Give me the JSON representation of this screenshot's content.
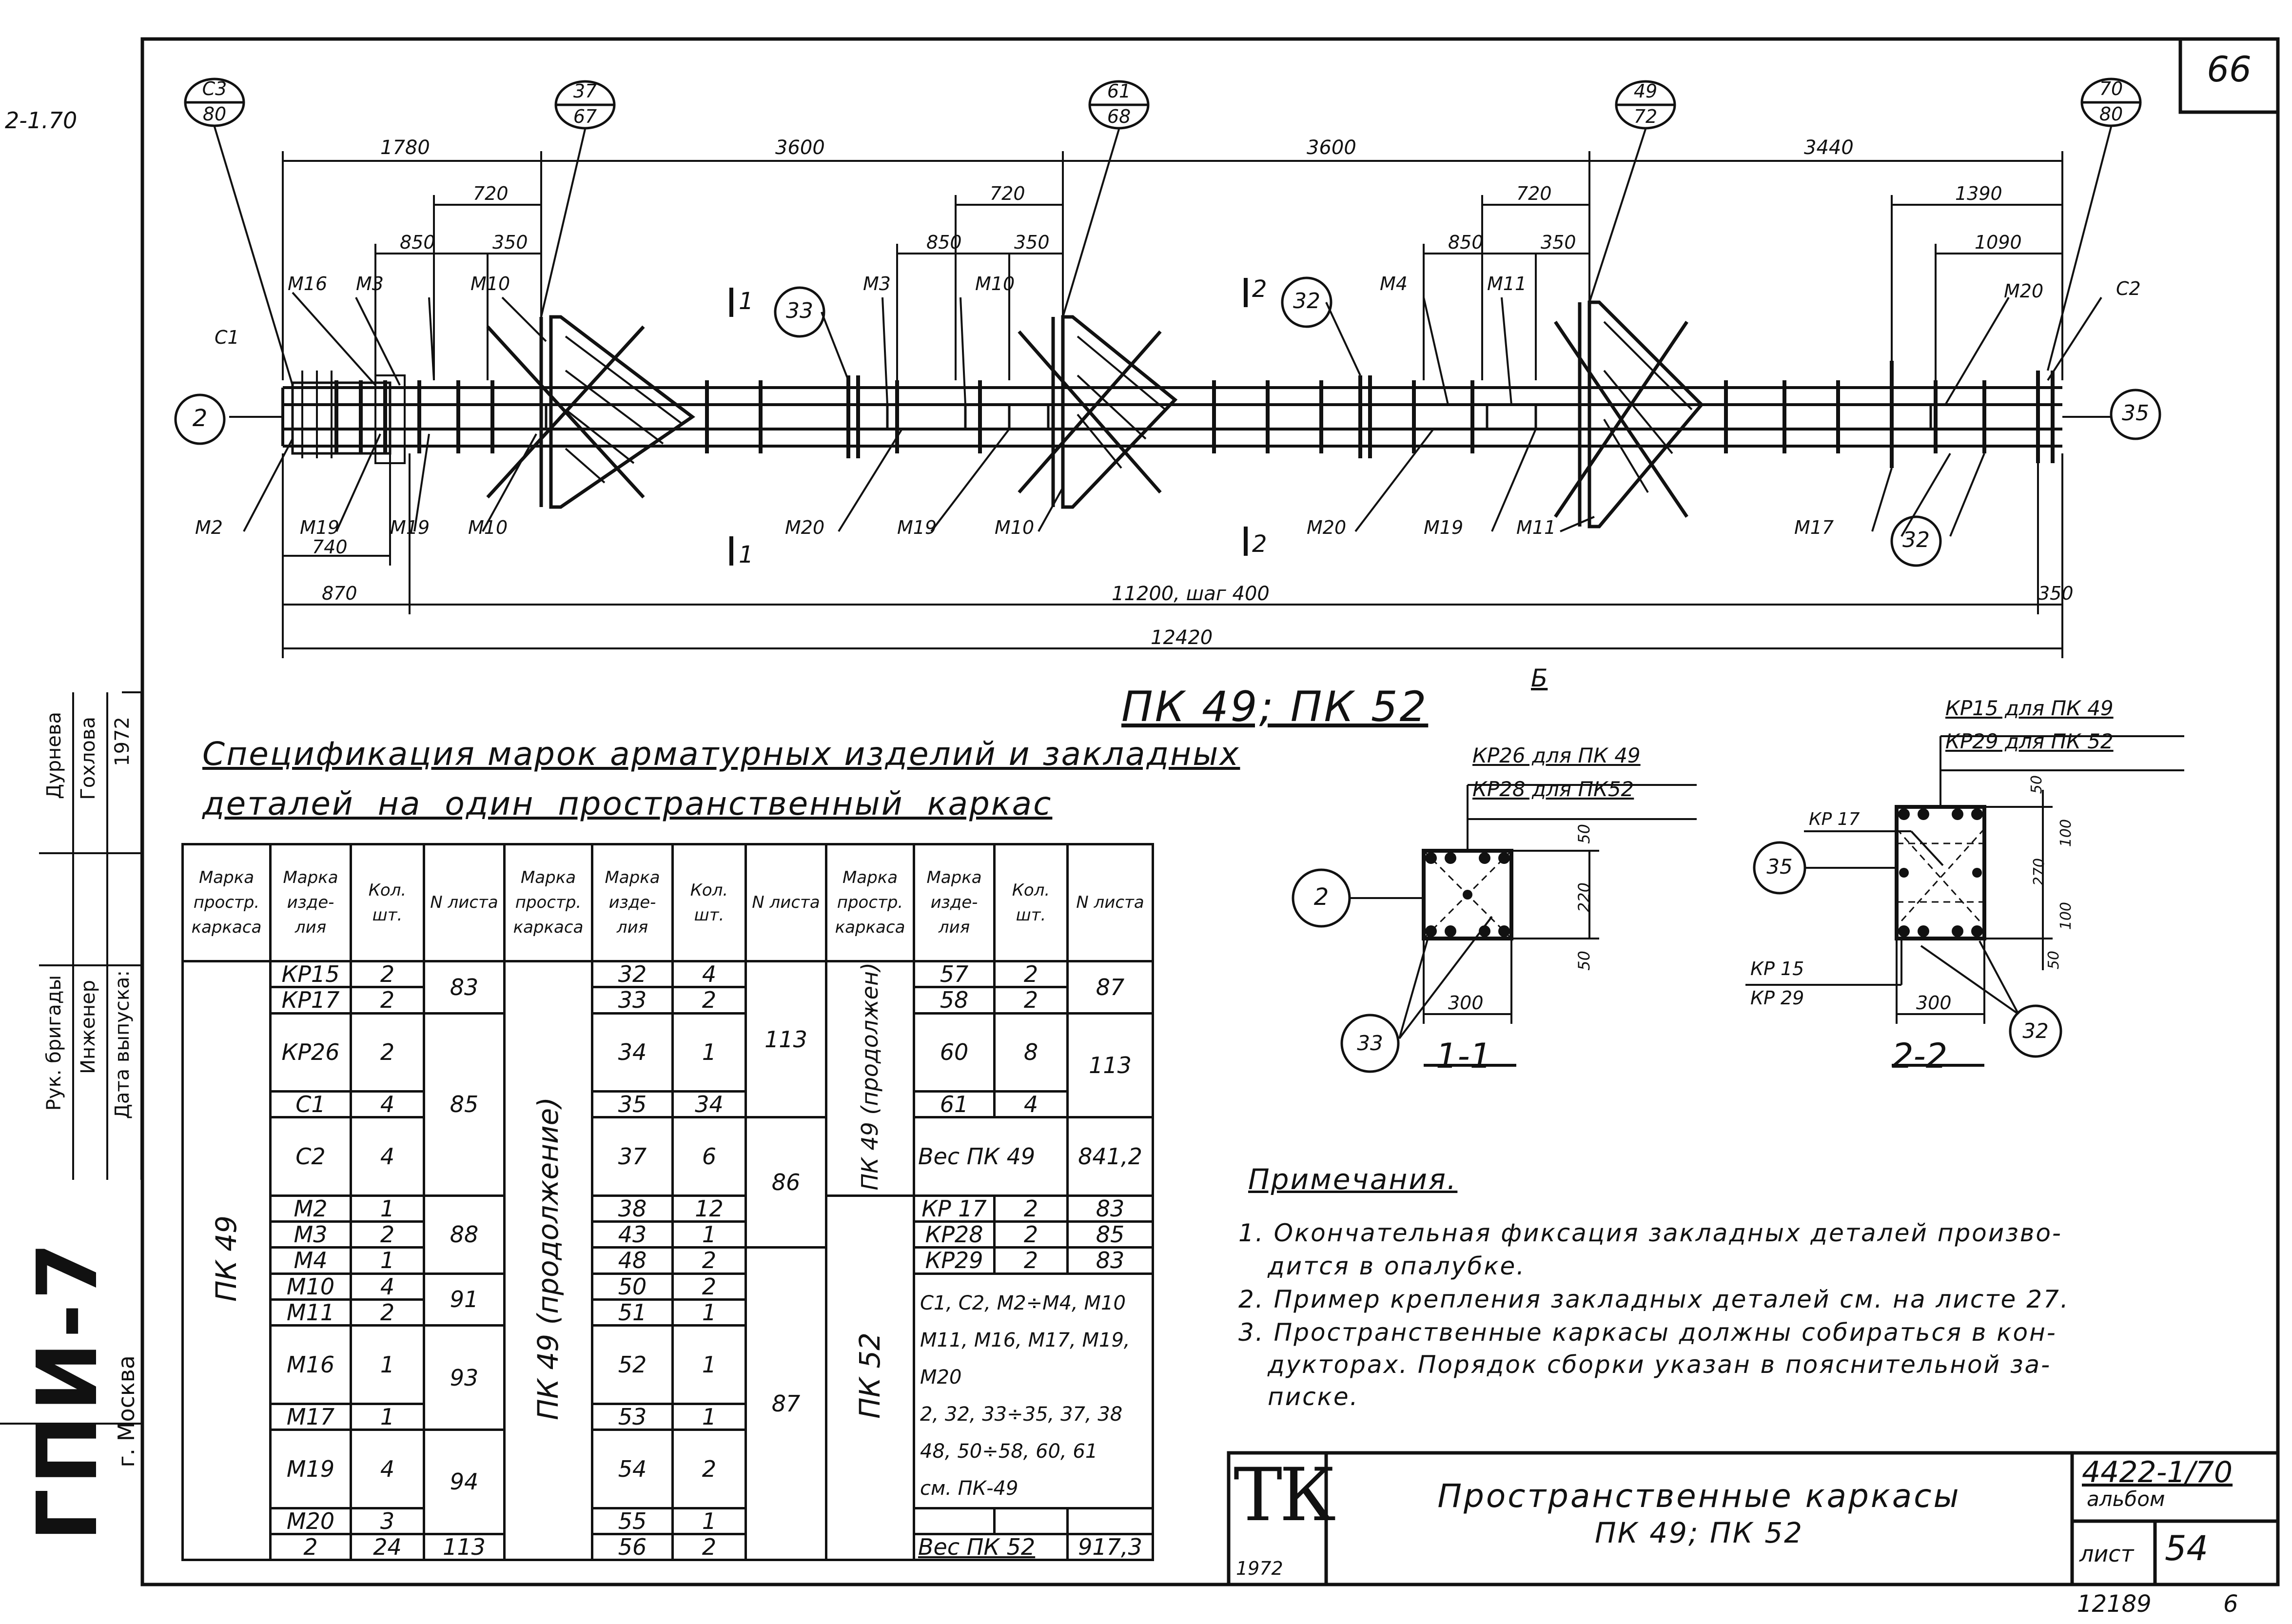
{
  "sheet": {
    "corner_top": "66",
    "corner_left_top": "2-1.70",
    "main_title": "ПК 49; ПК 52",
    "view_mark": "Б",
    "org_vertical": "ГПИ-7",
    "city_vertical": "г. Москва",
    "signatures": [
      {
        "role": "Рук. бригады",
        "name": "Дурнева"
      },
      {
        "role": "Инженер",
        "name": "Гохлова"
      },
      {
        "role": "Дата выпуска:",
        "name": "1972"
      }
    ]
  },
  "plan": {
    "callouts_top": [
      {
        "n": "С3",
        "d": "80"
      },
      {
        "n": "37",
        "d": "67"
      },
      {
        "n": "61",
        "d": "68"
      },
      {
        "n": "49",
        "d": "72"
      },
      {
        "n": "70",
        "d": "80"
      }
    ],
    "callouts_side": [
      "2",
      "35",
      "33",
      "32",
      "32"
    ],
    "dims_top": [
      "1780",
      "3600",
      "3600",
      "3440"
    ],
    "dims_sub": [
      "720",
      "850",
      "350",
      "720",
      "850",
      "350",
      "720",
      "850",
      "350",
      "1390",
      "1090"
    ],
    "dims_bottom": [
      "740",
      "870",
      "11200, шаг 400",
      "350",
      "12420"
    ],
    "marks_top": [
      "М16",
      "М3",
      "М10",
      "С1",
      "М3",
      "М10",
      "М4",
      "М11",
      "М20",
      "С2"
    ],
    "marks_bottom": [
      "М2",
      "М19",
      "М19",
      "М10",
      "М20",
      "М19",
      "М10",
      "М20",
      "М19",
      "М11",
      "М17"
    ],
    "section_marks": [
      "1",
      "1",
      "2",
      "2"
    ]
  },
  "section_1": {
    "label": "1-1",
    "note1": "КР26 для ПК 49",
    "note2": "КР28 для ПК52",
    "dims": [
      "50",
      "220",
      "50",
      "300"
    ],
    "callouts": [
      "2",
      "33"
    ]
  },
  "section_2": {
    "label": "2-2",
    "note1": "КР15 для ПК 49",
    "note2": "КР29 для ПК 52",
    "kp17": "КР 17",
    "kp15": "КР 15",
    "kp29": "КР 29",
    "dims": [
      "50",
      "100",
      "270",
      "100",
      "50",
      "300"
    ],
    "callouts": [
      "35",
      "32"
    ]
  },
  "spec": {
    "title_line1": "Спецификация марок арматурных изделий и закладных",
    "title_line2": "деталей на один пространственный каркас",
    "headers": [
      "Марка простр. каркаса",
      "Марка изде- лия",
      "Кол. шт.",
      "N листа"
    ],
    "col1_label": "ПК 49",
    "col1_rows": [
      [
        "КР15",
        "2"
      ],
      [
        "КР17",
        "2"
      ],
      [
        "КР26",
        "2"
      ],
      [
        "С1",
        "4"
      ],
      [
        "С2",
        "4"
      ],
      [
        "М2",
        "1"
      ],
      [
        "М3",
        "2"
      ],
      [
        "М4",
        "1"
      ],
      [
        "М10",
        "4"
      ],
      [
        "М11",
        "2"
      ],
      [
        "М16",
        "1"
      ],
      [
        "М17",
        "1"
      ],
      [
        "М19",
        "4"
      ],
      [
        "М20",
        "3"
      ],
      [
        "2",
        "24"
      ]
    ],
    "col1_sheets": [
      "83",
      "85",
      "88",
      "91",
      "93",
      "94",
      "113"
    ],
    "col2_label": "ПК 49 (продолжение)",
    "col2_rows": [
      [
        "32",
        "4"
      ],
      [
        "33",
        "2"
      ],
      [
        "34",
        "1"
      ],
      [
        "35",
        "34"
      ],
      [
        "37",
        "6"
      ],
      [
        "38",
        "12"
      ],
      [
        "43",
        "1"
      ],
      [
        "48",
        "2"
      ],
      [
        "50",
        "2"
      ],
      [
        "51",
        "1"
      ],
      [
        "52",
        "1"
      ],
      [
        "53",
        "1"
      ],
      [
        "54",
        "2"
      ],
      [
        "55",
        "1"
      ],
      [
        "56",
        "2"
      ]
    ],
    "col2_sheets": [
      "113",
      "86",
      "87"
    ],
    "col3_label_a": "ПК 49 (продолжен)",
    "col3_rows_a": [
      [
        "57",
        "2"
      ],
      [
        "58",
        "2"
      ],
      [
        "60",
        "8"
      ],
      [
        "61",
        "4"
      ]
    ],
    "col3_sheets_a": [
      "87",
      "113"
    ],
    "weight_a": "Вес ПК 49",
    "weight_a_val": "841,2",
    "col3_label_b": "ПК 52",
    "col3_rows_b": [
      [
        "КР 17",
        "2",
        "83"
      ],
      [
        "КР28",
        "2",
        "85"
      ],
      [
        "КР29",
        "2",
        "83"
      ]
    ],
    "col3_text": [
      "С1, С2, М2÷М4, М10",
      "М11, М16, М17, М19, М20",
      "2, 32, 33÷35, 37, 38",
      "48, 50÷58, 60, 61",
      "см. ПК-49"
    ],
    "weight_b": "Вес ПК 52",
    "weight_b_val": "917,3"
  },
  "notes": {
    "title": "Примечания.",
    "lines": [
      "1. Окончательная фиксация закладных деталей произво-",
      "дится в опалубке.",
      "2. Пример крепления закладных деталей см. на листе 27.",
      "3. Пространственные каркасы должны собираться в кон-",
      "дукторах. Порядок сборки указан в пояснительной за-",
      "писке."
    ]
  },
  "title_block": {
    "logo": "ТК",
    "year": "1972",
    "title_line1": "Пространственные каркасы",
    "title_line2": "ПК 49; ПК 52",
    "doc_no": "4422-1/70",
    "album": "альбом",
    "sheet_label": "лист",
    "sheet_no": "54",
    "bottom_no": "12189",
    "bottom_small": "6"
  }
}
